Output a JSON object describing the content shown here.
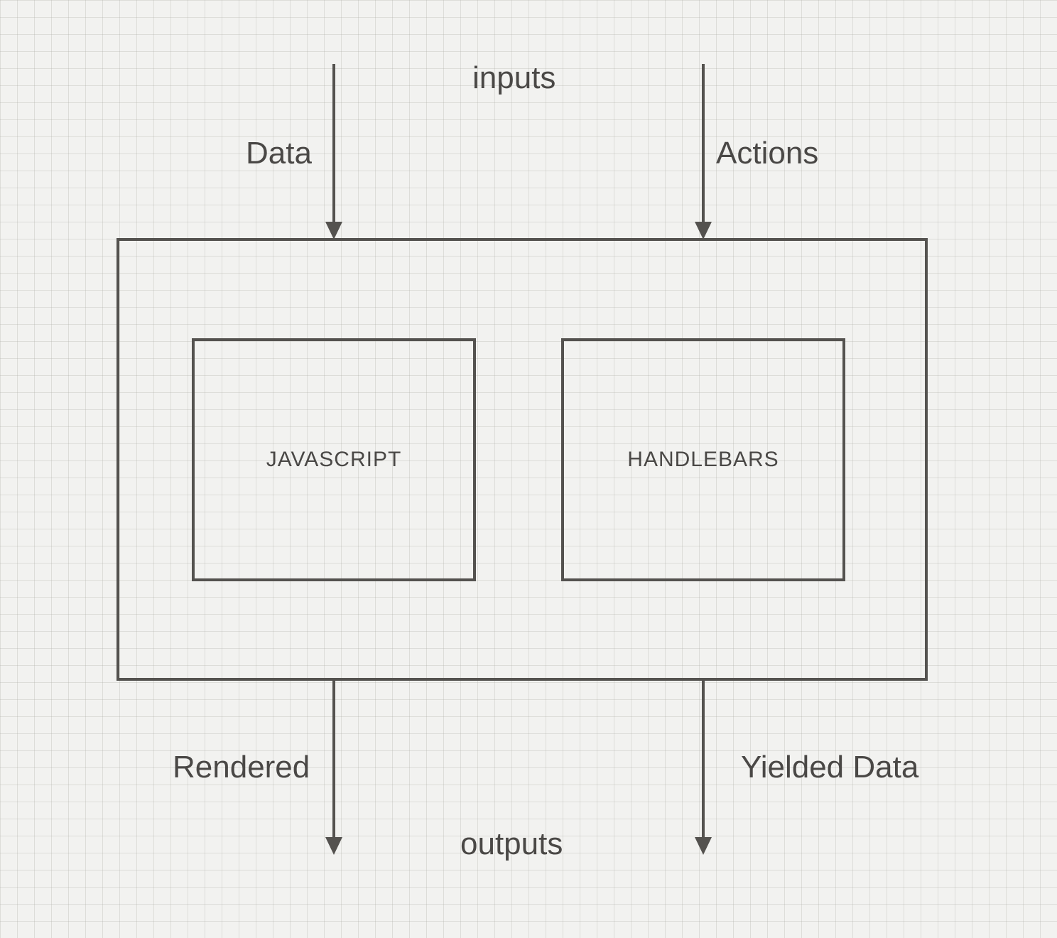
{
  "labels": {
    "inputs": "inputs",
    "outputs": "outputs",
    "data_in": "Data",
    "actions_in": "Actions",
    "rendered_out": "Rendered",
    "yielded_out": "Yielded Data"
  },
  "boxes": {
    "javascript": "JAVASCRIPT",
    "handlebars": "HANDLEBARS"
  },
  "colors": {
    "stroke": "#54524f",
    "text": "#4a4846",
    "paper": "#f2f2f0"
  }
}
